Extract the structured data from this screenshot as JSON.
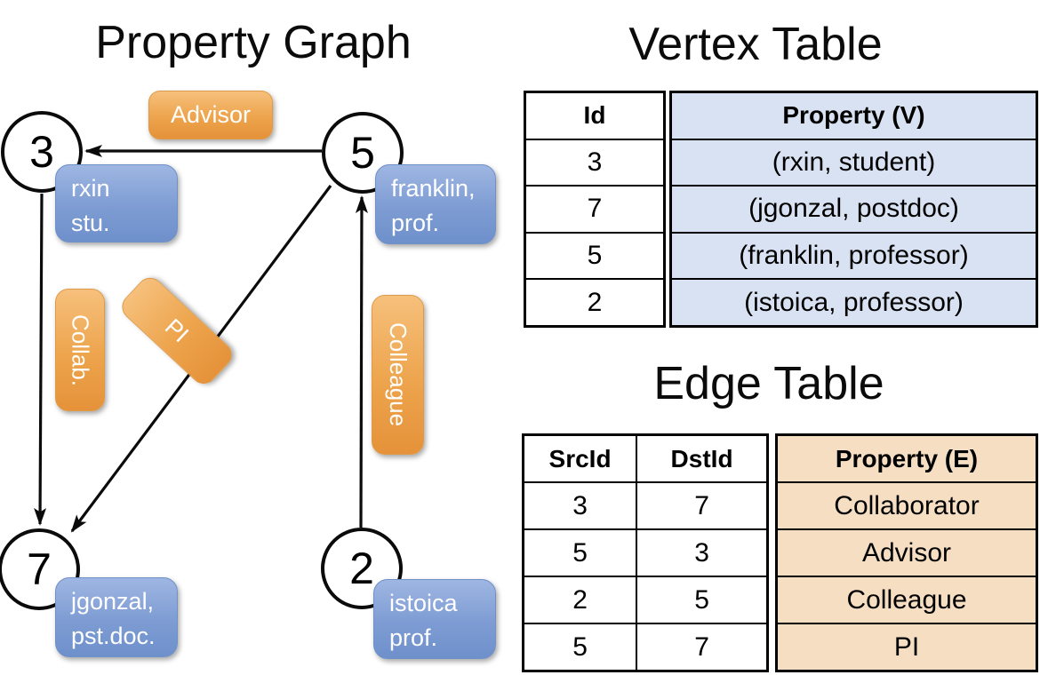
{
  "graph": {
    "title": "Property Graph",
    "nodes": [
      {
        "id": "3",
        "property": "rxin\nstu."
      },
      {
        "id": "5",
        "property": "franklin,\nprof."
      },
      {
        "id": "7",
        "property": "jgonzal,\npst.doc."
      },
      {
        "id": "2",
        "property": "istoica\nprof."
      }
    ],
    "edge_labels": {
      "advisor": "Advisor",
      "collab": "Collab.",
      "pi": "PI",
      "colleague": "Colleague"
    }
  },
  "vertex_table": {
    "title": "Vertex Table",
    "id_header": "Id",
    "property_header": "Property (V)",
    "rows": [
      {
        "id": "3",
        "property": "(rxin, student)"
      },
      {
        "id": "7",
        "property": "(jgonzal, postdoc)"
      },
      {
        "id": "5",
        "property": "(franklin, professor)"
      },
      {
        "id": "2",
        "property": "(istoica, professor)"
      }
    ]
  },
  "edge_table": {
    "title": "Edge Table",
    "src_header": "SrcId",
    "dst_header": "DstId",
    "property_header": "Property (E)",
    "rows": [
      {
        "src": "3",
        "dst": "7",
        "property": "Collaborator"
      },
      {
        "src": "5",
        "dst": "3",
        "property": "Advisor"
      },
      {
        "src": "2",
        "dst": "5",
        "property": "Colleague"
      },
      {
        "src": "5",
        "dst": "7",
        "property": "PI"
      }
    ]
  },
  "colors": {
    "edge_label_orange": "#eda44c",
    "property_box_blue": "#7e9cd3",
    "vertex_table_fill": "#d9e2f3",
    "edge_table_fill": "#f6dec2",
    "line_black": "#0b0b0b"
  }
}
